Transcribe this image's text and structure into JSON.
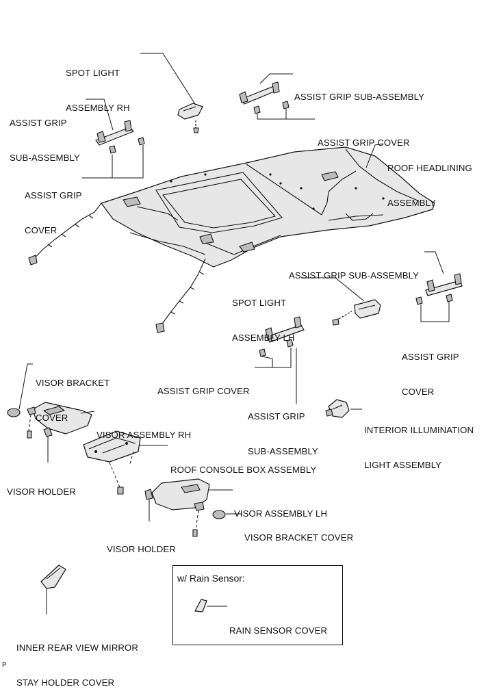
{
  "labels": {
    "spot_light_rh": [
      "SPOT LIGHT",
      "ASSEMBLY RH"
    ],
    "assist_grip_sub_top": "ASSIST GRIP SUB-ASSEMBLY",
    "assist_grip_sub_left": [
      "ASSIST GRIP",
      "SUB-ASSEMBLY"
    ],
    "assist_grip_cover_top": "ASSIST GRIP COVER",
    "roof_headlining": [
      "ROOF HEADLINING",
      "ASSEMBLY"
    ],
    "assist_grip_cover_left": [
      "ASSIST GRIP",
      "COVER"
    ],
    "assist_grip_sub_right": "ASSIST GRIP SUB-ASSEMBLY",
    "spot_light_lh": [
      "SPOT LIGHT",
      "ASSEMBLY LH"
    ],
    "assist_grip_cover_right": [
      "ASSIST GRIP",
      "COVER"
    ],
    "assist_grip_cover_center": "ASSIST GRIP COVER",
    "assist_grip_sub_center": [
      "ASSIST GRIP",
      "SUB-ASSEMBLY"
    ],
    "interior_illumination": [
      "INTERIOR ILLUMINATION",
      "LIGHT ASSEMBLY"
    ],
    "visor_bracket_cover_top": [
      "VISOR BRACKET",
      "COVER"
    ],
    "visor_assembly_rh": "VISOR ASSEMBLY RH",
    "roof_console_box": "ROOF CONSOLE BOX ASSEMBLY",
    "visor_holder_left": "VISOR HOLDER",
    "visor_assembly_lh": "VISOR ASSEMBLY LH",
    "visor_bracket_cover_right": "VISOR BRACKET COVER",
    "visor_holder_center": "VISOR HOLDER",
    "mirror_stay_cover": [
      "INNER REAR VIEW MIRROR",
      "STAY HOLDER COVER"
    ]
  },
  "note_box": {
    "title": "w/ Rain Sensor:",
    "part_label": "RAIN SENSOR COVER"
  },
  "figure_code": "P"
}
